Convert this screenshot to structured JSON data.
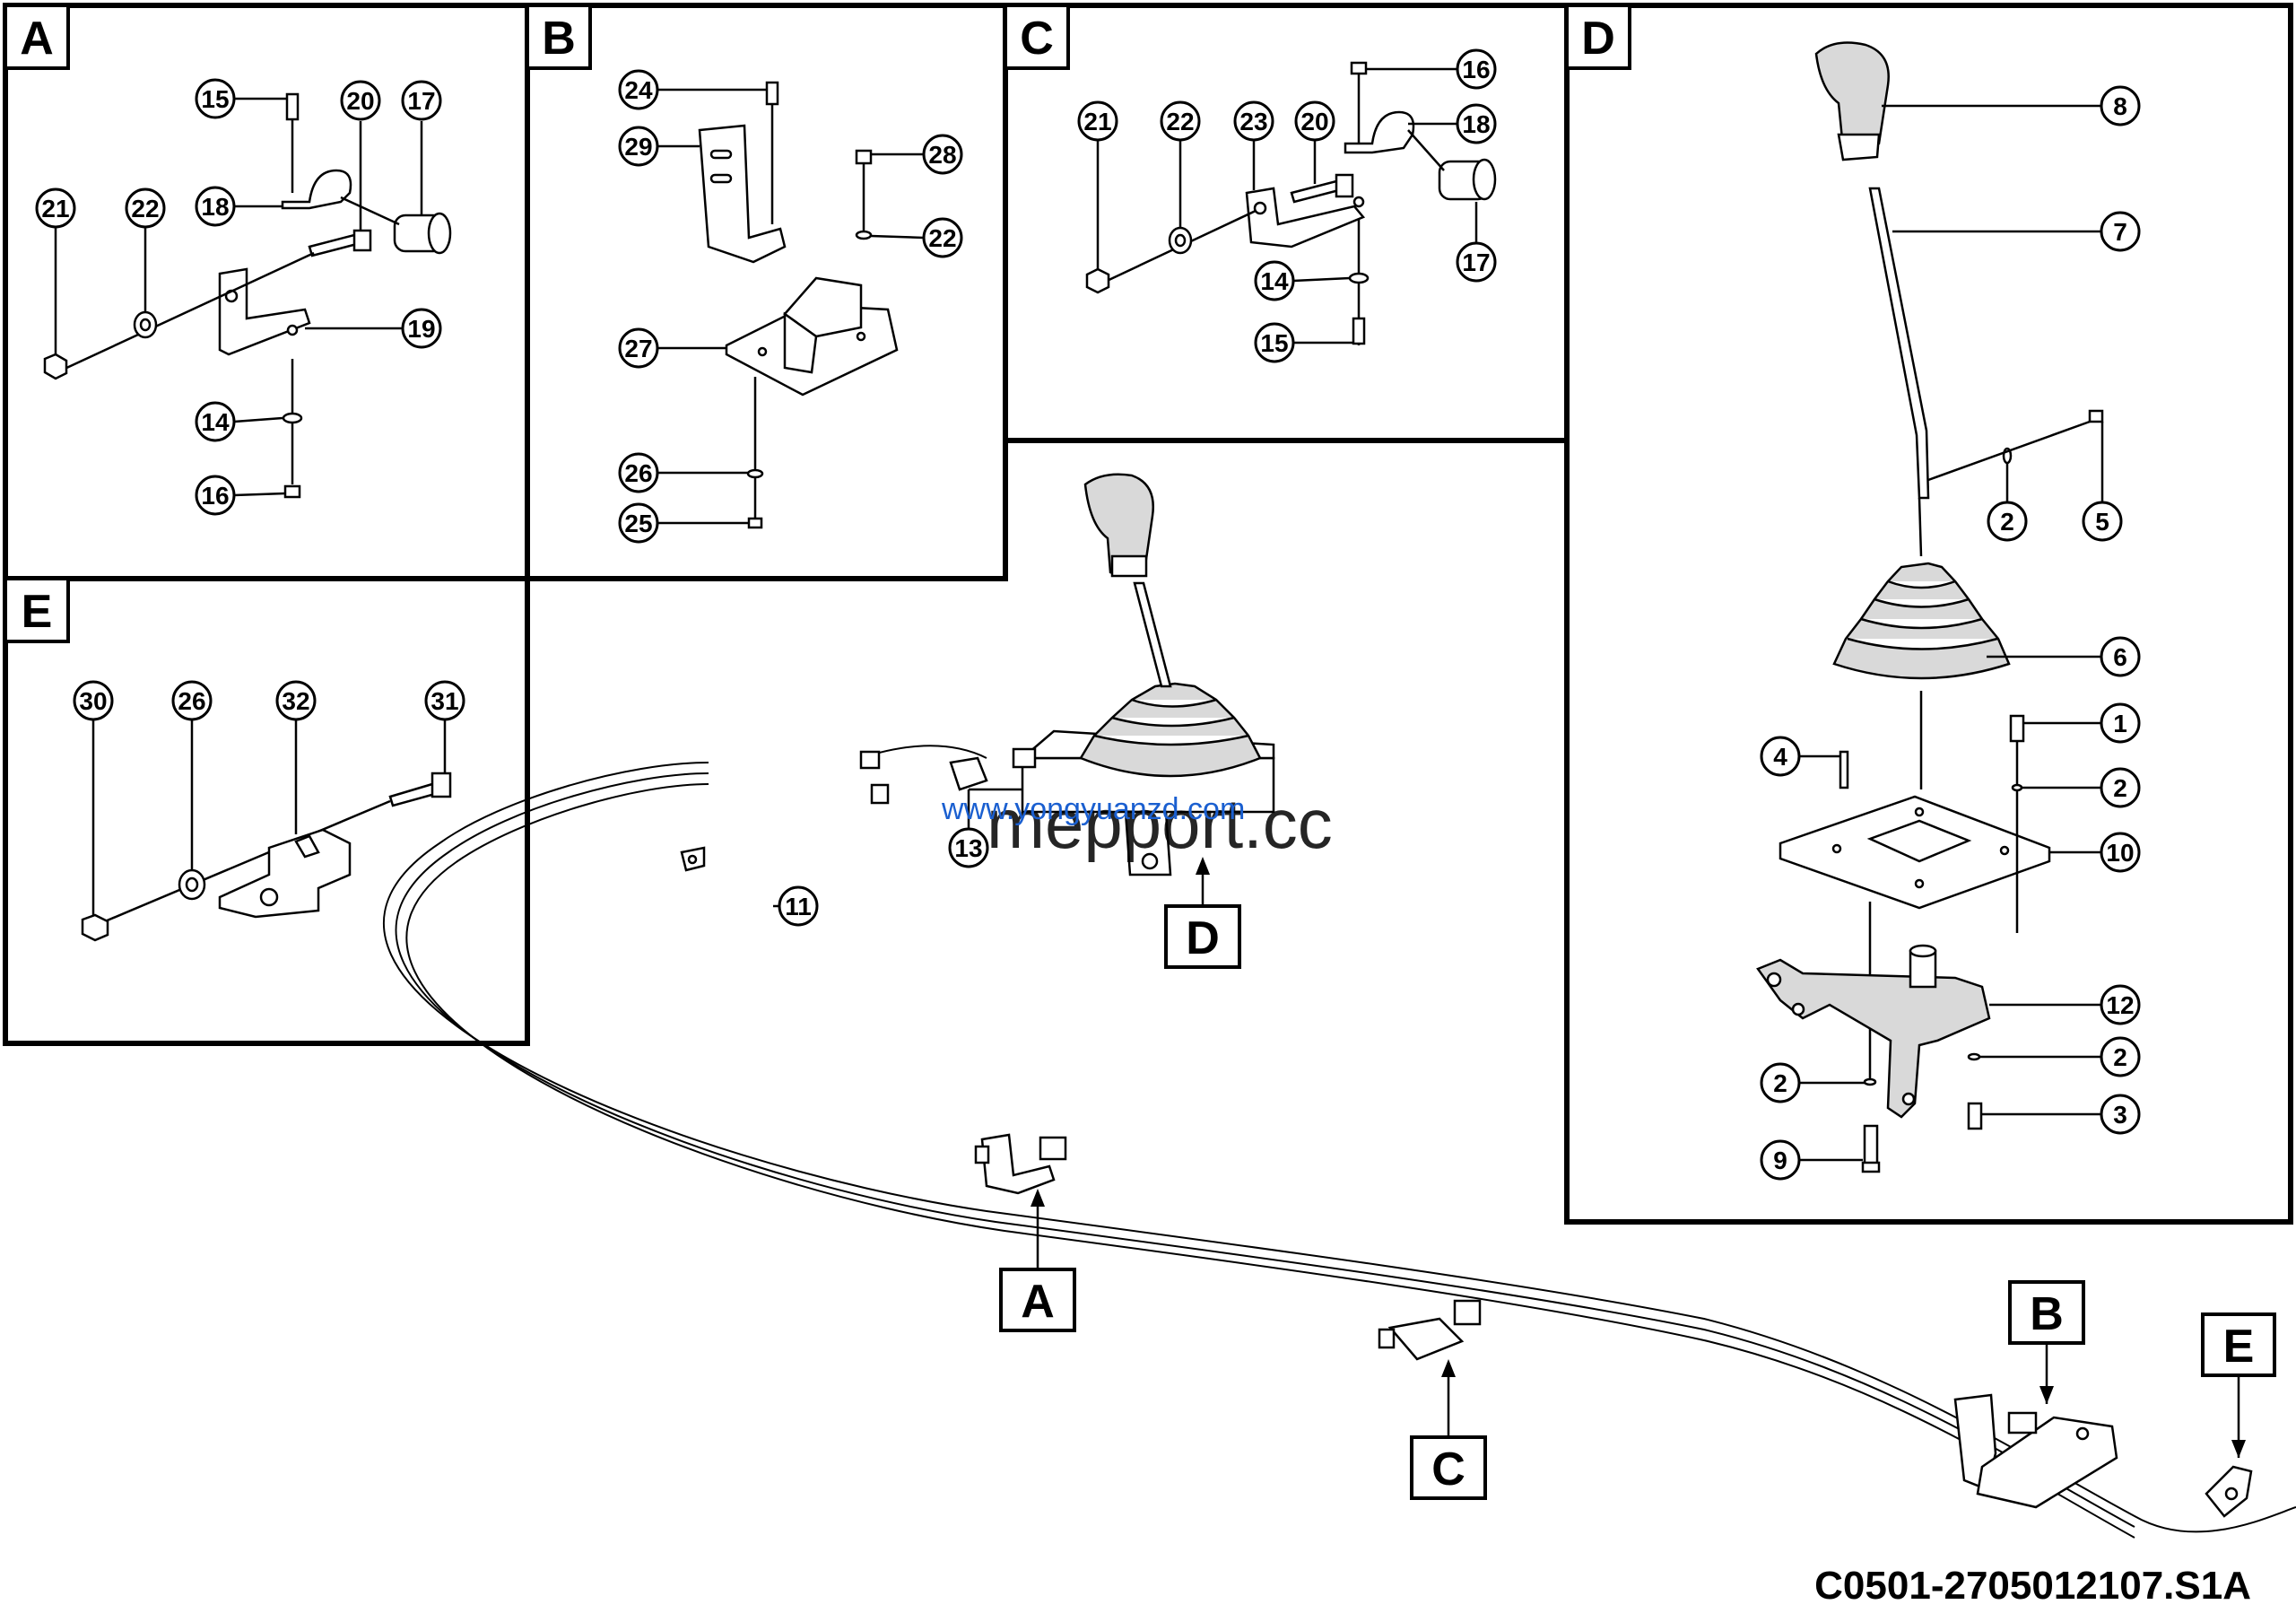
{
  "panels": {
    "A": {
      "tag": "A",
      "callouts": [
        "15",
        "20",
        "17",
        "21",
        "22",
        "18",
        "19",
        "14",
        "16"
      ]
    },
    "B": {
      "tag": "B",
      "callouts": [
        "24",
        "29",
        "28",
        "22",
        "27",
        "26",
        "25"
      ]
    },
    "C": {
      "tag": "C",
      "callouts": [
        "16",
        "21",
        "22",
        "23",
        "20",
        "18",
        "14",
        "17",
        "15"
      ]
    },
    "D": {
      "tag": "D",
      "callouts": [
        "8",
        "7",
        "2",
        "5",
        "6",
        "4",
        "1",
        "2",
        "10",
        "12",
        "2",
        "2",
        "3",
        "9"
      ]
    },
    "E": {
      "tag": "E",
      "callouts": [
        "30",
        "26",
        "32",
        "31"
      ]
    }
  },
  "main": {
    "callouts": [
      "13",
      "11"
    ],
    "view_tags": [
      "D",
      "A",
      "C",
      "B",
      "E"
    ]
  },
  "watermark": {
    "text": "www.yongyuanzd.com",
    "mark": "mepport.cc"
  },
  "drawing_number": "C0501-2705012107.S1A",
  "colors": {
    "line": "#000000",
    "watermark": "#1a5fd0",
    "fill": "#ffffff"
  }
}
